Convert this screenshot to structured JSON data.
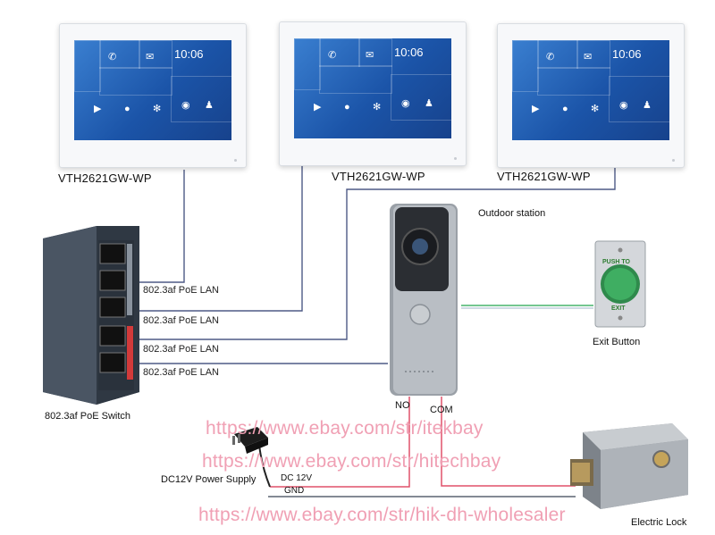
{
  "monitors": [
    {
      "model": "VTH2621GW-WP",
      "time": "10:06"
    },
    {
      "model": "VTH2621GW-WP",
      "time": "10:06"
    },
    {
      "model": "VTH2621GW-WP",
      "time": "10:06"
    }
  ],
  "switch": {
    "label": "802.3af PoE Switch"
  },
  "lan_links": [
    {
      "label": "802.3af PoE LAN"
    },
    {
      "label": "802.3af PoE LAN"
    },
    {
      "label": "802.3af PoE LAN"
    },
    {
      "label": "802.3af PoE LAN"
    }
  ],
  "outdoor_station": {
    "label": "Outdoor station"
  },
  "exit_button": {
    "label": "Exit Button",
    "top_text": "PUSH TO",
    "bottom_text": "EXIT"
  },
  "terminals": {
    "no": "NO",
    "com": "COM"
  },
  "power_supply": {
    "label": "DC12V Power Supply",
    "dc_label": "DC 12V",
    "gnd_label": "GND"
  },
  "electric_lock": {
    "label": "Electric Lock"
  },
  "watermarks": [
    "https://www.ebay.com/str/itekbay",
    "https://www.ebay.com/str/hitechbay",
    "https://www.ebay.com/str/hik-dh-wholesaler"
  ],
  "colors": {
    "lan_line": "#4e5a86",
    "green_line": "#46b36c",
    "red_line": "#e0506a",
    "watermark": "#f0a0b4",
    "screen_blue": "#2a68bd"
  }
}
